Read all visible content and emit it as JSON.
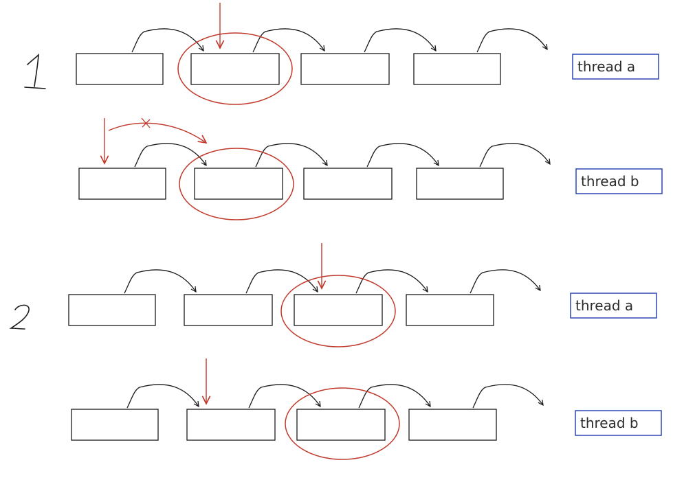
{
  "colors": {
    "ink": "#1a1a1a",
    "highlight": "#c0392b",
    "label_border": "#2f46b4",
    "label_text": "#2b2b2b"
  },
  "steps": [
    {
      "number": "1"
    },
    {
      "number": "2"
    }
  ],
  "rows": [
    {
      "step": 1,
      "label": "thread a",
      "circled_node": 2,
      "pointer_node": 2
    },
    {
      "step": 1,
      "label": "thread b",
      "circled_node": 2,
      "pointer_node": 1
    },
    {
      "step": 2,
      "label": "thread a",
      "circled_node": 3,
      "pointer_node": 3
    },
    {
      "step": 2,
      "label": "thread b",
      "circled_node": 3,
      "pointer_node": 2
    }
  ]
}
